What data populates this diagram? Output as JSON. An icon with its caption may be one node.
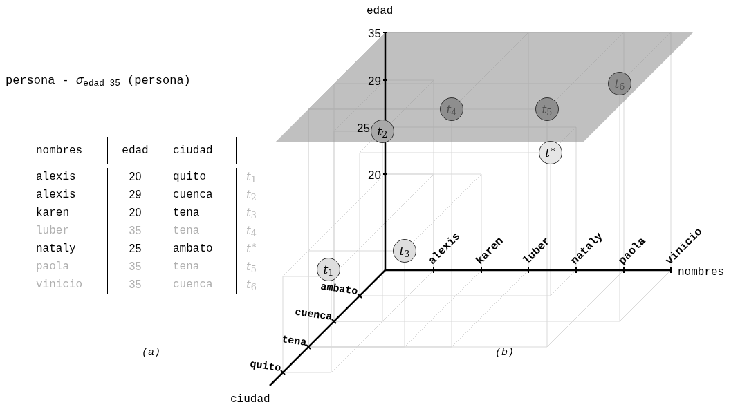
{
  "diagram": {
    "nodes": [
      {
        "text": [
          "*t*$_{6}$"
        ]
      },
      {
        "text": [
          "*t*$_{4}$"
        ]
      },
      {
        "text": [
          "*t*$_{5}$"
        ]
      },
      {
        "text": [
          "*t*$_{2}$"
        ]
      },
      {
        "text": [
          "*t*$^{∗}$"
        ]
      },
      {
        "text": [
          "*t*$_{3}$"
        ]
      },
      {
        "text": [
          "*t*$_{1}$"
        ]
      }
    ],
    "labels": [
      "persona - *σ*$_{edad=35}$ (persona)",
      "nombres",
      "edad",
      "ciudad",
      "alexis",
      "20",
      "quito",
      "*t*$_{1}$",
      "alexis",
      "29",
      "cuenca",
      "*t*$_{2}$",
      "karen",
      "20",
      "tena",
      "*t*$_{3}$",
      "luber",
      "35",
      "tena",
      "*t*$_{4}$",
      "nataly",
      "25",
      "ambato",
      "*t*$^{∗}$",
      "paola",
      "35",
      "tena",
      "*t*$_{5}$",
      "vinicio",
      "35",
      "cuenca",
      "*t*$_{6}$",
      "(a)",
      "edad",
      "35",
      "29",
      "25",
      "20",
      "alexis",
      "karen",
      "luber",
      "nataly",
      "paola",
      "vinicio",
      "nombres",
      "ambato",
      "cuenca",
      "tena",
      "quito",
      "(b)",
      "ciudad"
    ]
  }
}
